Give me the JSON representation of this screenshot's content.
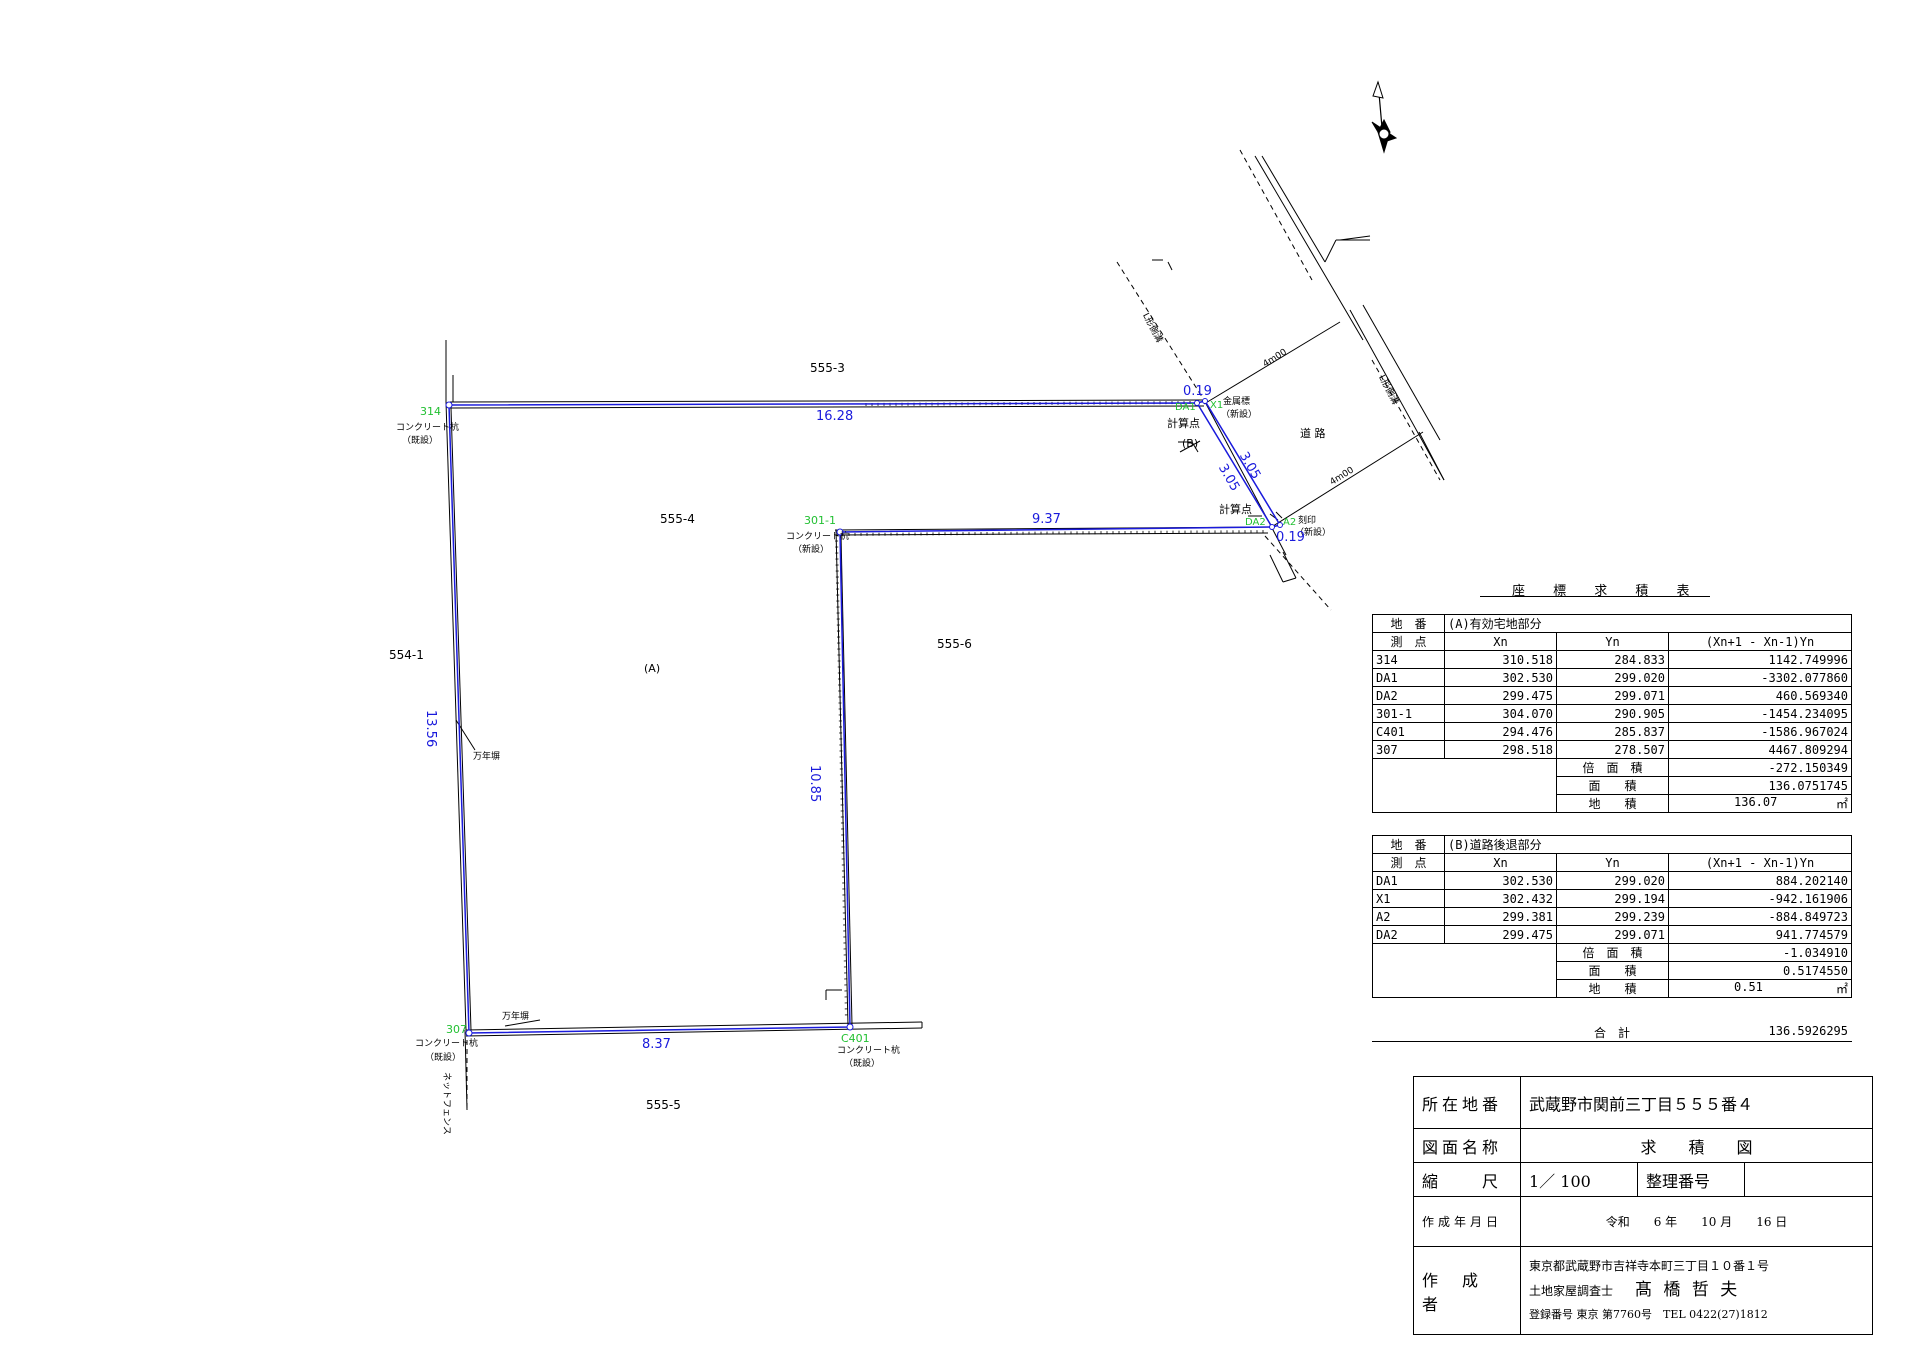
{
  "plan": {
    "parcels": {
      "p555_3": "555-3",
      "p555_4": "555-4",
      "p554_1": "554-1",
      "p555_6": "555-6",
      "p555_5": "555-5",
      "area_a": "(A)",
      "area_b": "(B)",
      "road": "道 路"
    },
    "points": {
      "p314": "314",
      "p301_1": "301-1",
      "p307": "307",
      "pC401": "C401",
      "pDA1": "DA1",
      "pX1": "X1",
      "pDA2": "DA2",
      "pA2": "A2"
    },
    "marker_notes": {
      "m314": "コンクリート杭",
      "m314b": "（既設）",
      "m301": "コンクリート杭",
      "m301b": "（新設）",
      "m307": "コンクリート杭",
      "m307b": "（既設）",
      "mC401": "コンクリート杭",
      "mC401b": "（既設）",
      "mX1": "金属標",
      "mX1b": "（新設）",
      "mA2": "刻印",
      "mA2b": "（新設）",
      "calc1": "計算点",
      "calc2": "計算点",
      "wall1": "万年塀",
      "wall2": "万年塀",
      "fence": "ネットフェンス",
      "gutter1": "L形側溝",
      "gutter2": "L形側溝",
      "width1": "4m00",
      "width2": "4m00"
    },
    "dimensions": {
      "d1": "16.28",
      "d2": "9.37",
      "d3": "13.56",
      "d4": "10.85",
      "d5": "8.37",
      "d6": "3.05",
      "d7": "3.05",
      "d8": "0.19",
      "d9": "0.19"
    }
  },
  "table_title": "座 標 求 積 表",
  "table_a": {
    "lot_label": "地　番",
    "lot_value": "(A)有効宅地部分",
    "point_label": "測　点",
    "col_xn": "Xn",
    "col_yn": "Yn",
    "col_calc": "(Xn+1 - Xn-1)Yn",
    "rows": [
      {
        "p": "314",
        "xn": "310.518",
        "yn": "284.833",
        "v": "1142.749996"
      },
      {
        "p": "DA1",
        "xn": "302.530",
        "yn": "299.020",
        "v": "-3302.077860"
      },
      {
        "p": "DA2",
        "xn": "299.475",
        "yn": "299.071",
        "v": "460.569340"
      },
      {
        "p": "301-1",
        "xn": "304.070",
        "yn": "290.905",
        "v": "-1454.234095"
      },
      {
        "p": "C401",
        "xn": "294.476",
        "yn": "285.837",
        "v": "-1586.967024"
      },
      {
        "p": "307",
        "xn": "298.518",
        "yn": "278.507",
        "v": "4467.809294"
      }
    ],
    "double_area_label": "倍　面　積",
    "double_area": "-272.150349",
    "area_label": "面　　積",
    "area": "136.0751745",
    "land_area_label": "地　　積",
    "land_area": "136.07",
    "unit": "㎡"
  },
  "table_b": {
    "lot_label": "地　番",
    "lot_value": "(B)道路後退部分",
    "point_label": "測　点",
    "col_xn": "Xn",
    "col_yn": "Yn",
    "col_calc": "(Xn+1 - Xn-1)Yn",
    "rows": [
      {
        "p": "DA1",
        "xn": "302.530",
        "yn": "299.020",
        "v": "884.202140"
      },
      {
        "p": "X1",
        "xn": "302.432",
        "yn": "299.194",
        "v": "-942.161906"
      },
      {
        "p": "A2",
        "xn": "299.381",
        "yn": "299.239",
        "v": "-884.849723"
      },
      {
        "p": "DA2",
        "xn": "299.475",
        "yn": "299.071",
        "v": "941.774579"
      }
    ],
    "double_area_label": "倍　面　積",
    "double_area": "-1.034910",
    "area_label": "面　　積",
    "area": "0.5174550",
    "land_area_label": "地　　積",
    "land_area": "0.51",
    "unit": "㎡"
  },
  "total": {
    "label": "合　計",
    "value": "136.5926295"
  },
  "info": {
    "location_label": "所在地番",
    "location": "武蔵野市関前三丁目５５５番４",
    "drawing_name_label": "図面名称",
    "drawing_name": "求　　積　　図",
    "scale_label": "縮　　尺",
    "scale": "1／ 100",
    "ref_label": "整理番号",
    "ref_value": "",
    "date_label": "作成年月日",
    "date": "令和　　6 年　　10 月　　16 日",
    "author_label": "作　成　者",
    "address": "東京都武蔵野市吉祥寺本町三丁目１０番１号",
    "profession": "土地家屋調査士",
    "name": "髙 橋 哲 夫",
    "registration": "登録番号 東京 第7760号　TEL 0422(27)1812"
  }
}
